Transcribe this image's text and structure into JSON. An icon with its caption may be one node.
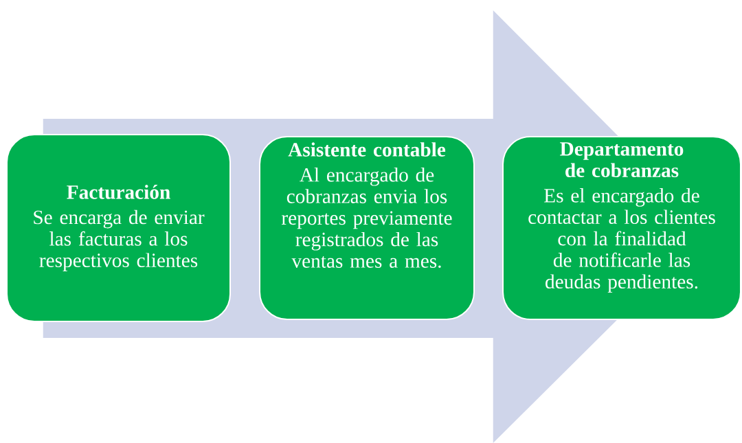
{
  "diagram": {
    "nodes": [
      {
        "text": [
          "Facturación",
          "Se encarga de enviar las facturas a los respectivos clientes"
        ]
      },
      {
        "text": [
          "Asistente contable",
          "Al encargado de cobranzas envia los reportes previamente registrados de las ventas mes a mes."
        ]
      },
      {
        "text": [
          "Departamento de cobranzas",
          "Es el encargado de contactar a los clientes con la finalidad de notificarle las deudas pendientes."
        ]
      }
    ],
    "edges": [
      {
        "from": 0,
        "to": 2,
        "arrow": "to"
      }
    ]
  }
}
